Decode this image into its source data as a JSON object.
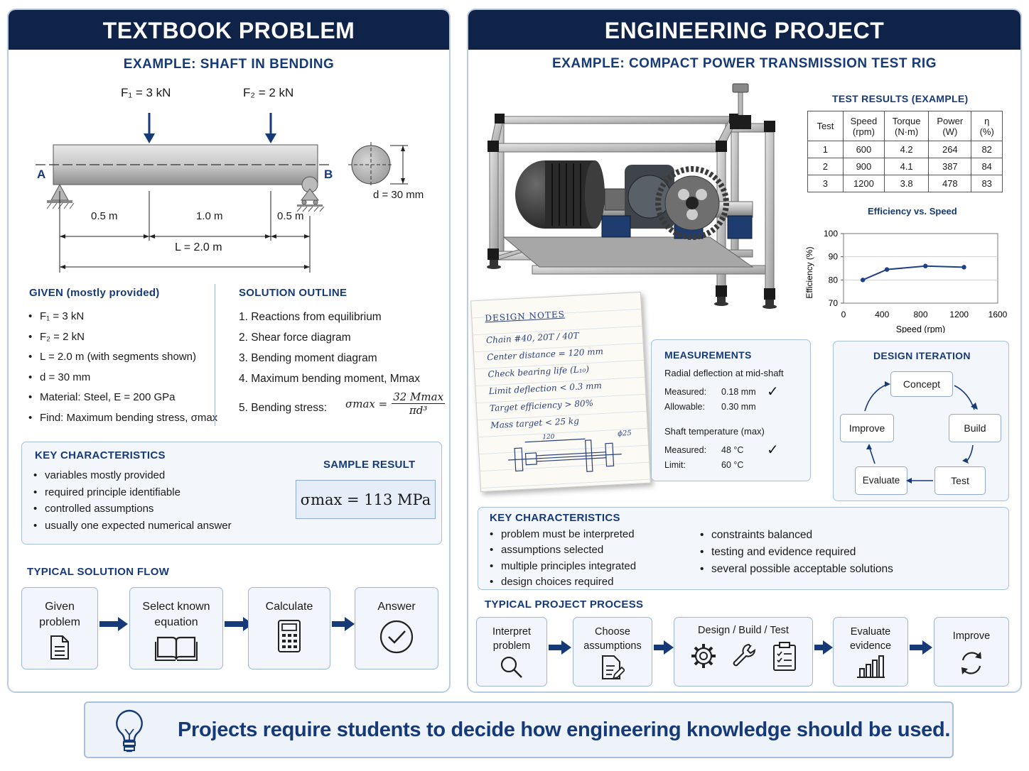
{
  "left": {
    "header": "TEXTBOOK PROBLEM",
    "subtitle": "EXAMPLE: SHAFT IN BENDING",
    "beam": {
      "f1_label": "F₁ = 3 kN",
      "f2_label": "F₂ = 2 kN",
      "support_a": "A",
      "support_b": "B",
      "seg1": "0.5 m",
      "seg2": "1.0 m",
      "seg3": "0.5 m",
      "total": "L = 2.0 m",
      "diameter": "d = 30 mm"
    },
    "given_title": "GIVEN (mostly provided)",
    "given_items": [
      "F₁ = 3 kN",
      "F₂ = 2 kN",
      "L = 2.0 m (with segments shown)",
      "d = 30 mm",
      "Material: Steel, E = 200 GPa",
      "Find: Maximum bending stress, σmax"
    ],
    "outline_title": "SOLUTION OUTLINE",
    "outline_items": [
      "1. Reactions from equilibrium",
      "2. Shear force diagram",
      "3. Bending moment diagram",
      "4. Maximum bending moment, Mmax",
      "5. Bending stress:"
    ],
    "outline_formula": {
      "lhs": "σmax =",
      "num": "32 Mmax",
      "den": "πd³"
    },
    "key_title": "KEY CHARACTERISTICS",
    "key_items": [
      "variables mostly provided",
      "required principle identifiable",
      "controlled assumptions",
      "usually one expected numerical answer"
    ],
    "sample_title": "SAMPLE RESULT",
    "sample_value": "σmax = 113 MPa",
    "flow_title": "TYPICAL SOLUTION FLOW",
    "flow": [
      "Given problem",
      "Select known equation",
      "Calculate",
      "Answer"
    ]
  },
  "right": {
    "header": "ENGINEERING PROJECT",
    "subtitle": "EXAMPLE: COMPACT POWER TRANSMISSION TEST RIG",
    "table_title": "TEST RESULTS (EXAMPLE)",
    "table_headers": [
      "Test",
      "Speed (rpm)",
      "Torque (N·m)",
      "Power (W)",
      "η (%)"
    ],
    "table_rows": [
      [
        "1",
        "600",
        "4.2",
        "264",
        "82"
      ],
      [
        "2",
        "900",
        "4.1",
        "387",
        "84"
      ],
      [
        "3",
        "1200",
        "3.8",
        "478",
        "83"
      ]
    ],
    "notes_title": "DESIGN NOTES",
    "notes_items": [
      "Chain #40, 20T / 40T",
      "Center distance = 120 mm",
      "Check bearing life (L₁₀)",
      "Limit deflection < 0.3 mm",
      "Target efficiency > 80%",
      "Mass target < 25 kg"
    ],
    "notes_dims": [
      "120",
      "ϕ25"
    ],
    "meas_title": "MEASUREMENTS",
    "meas_sub1": "Radial deflection at mid-shaft",
    "meas_rows1": [
      [
        "Measured:",
        "0.18 mm"
      ],
      [
        "Allowable:",
        "0.30 mm"
      ]
    ],
    "meas_sub2": "Shaft temperature (max)",
    "meas_rows2": [
      [
        "Measured:",
        "48 °C"
      ],
      [
        "Limit:",
        "60 °C"
      ]
    ],
    "check": "✓",
    "iter_title": "DESIGN ITERATION",
    "iter_steps": [
      "Concept",
      "Build",
      "Test",
      "Evaluate",
      "Improve"
    ],
    "key_title": "KEY CHARACTERISTICS",
    "key_items_left": [
      "problem must be interpreted",
      "assumptions selected",
      "multiple principles integrated",
      "design choices required"
    ],
    "key_items_right": [
      "constraints balanced",
      "testing and evidence required",
      "several possible acceptable solutions"
    ],
    "process_title": "TYPICAL PROJECT PROCESS",
    "process": [
      "Interpret problem",
      "Choose assumptions",
      "Design / Build / Test",
      "Evaluate evidence",
      "Improve"
    ]
  },
  "chart_data": {
    "type": "line",
    "title": "Efficiency vs. Speed",
    "xlabel": "Speed (rpm)",
    "ylabel": "Efficiency (%)",
    "xlim": [
      0,
      1600
    ],
    "ylim": [
      70,
      100
    ],
    "xticks": [
      0,
      400,
      800,
      1200,
      1600
    ],
    "yticks": [
      70,
      80,
      90,
      100
    ],
    "grid": true,
    "series": [
      {
        "x": [
          200,
          450,
          850,
          1250
        ],
        "values": [
          80,
          84.5,
          86,
          85.5
        ]
      }
    ]
  },
  "footer": "Projects require students to decide how engineering knowledge should be used.",
  "colors": {
    "navy": "#0f2248",
    "accent": "#163a78",
    "border": "#b9cce4",
    "arrow": "#163a78"
  }
}
